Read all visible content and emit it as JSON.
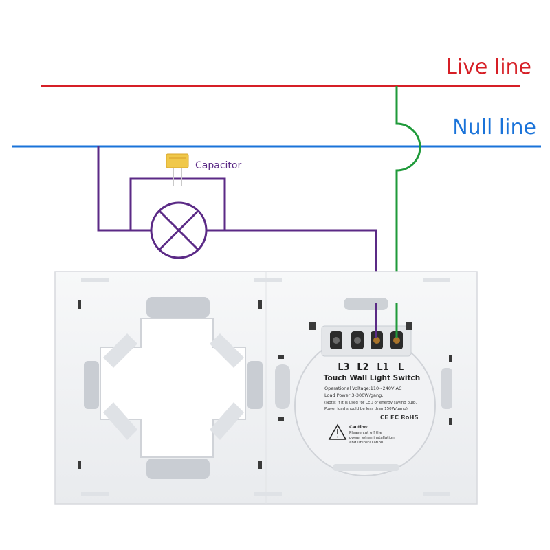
{
  "labels": {
    "live_line": "Live line",
    "null_line": "Null line",
    "capacitor": "Capacitor"
  },
  "terminals": [
    "L3",
    "L2",
    "L1",
    "L"
  ],
  "switch": {
    "title": "Touch Wall Light Switch",
    "spec1": "Operational Voltage:110~240V AC",
    "spec2": "Load Power:3-300W/gang.",
    "note1": "(Note: If it is used for LED or energy saving bulb,",
    "note2": "Power load should be less than 150W/gang)",
    "marks": "CE FC RoHS",
    "caution_title": "Caution:",
    "caution1": "Please cut off the",
    "caution2": "power when installation",
    "caution3": "and uninstallation."
  },
  "colors": {
    "live": "#d61f26",
    "null": "#1a73d9",
    "purple": "#5b2a86",
    "green": "#1f9a3a",
    "plate": "#f3f4f6",
    "capacitor": "#f0c84a"
  }
}
